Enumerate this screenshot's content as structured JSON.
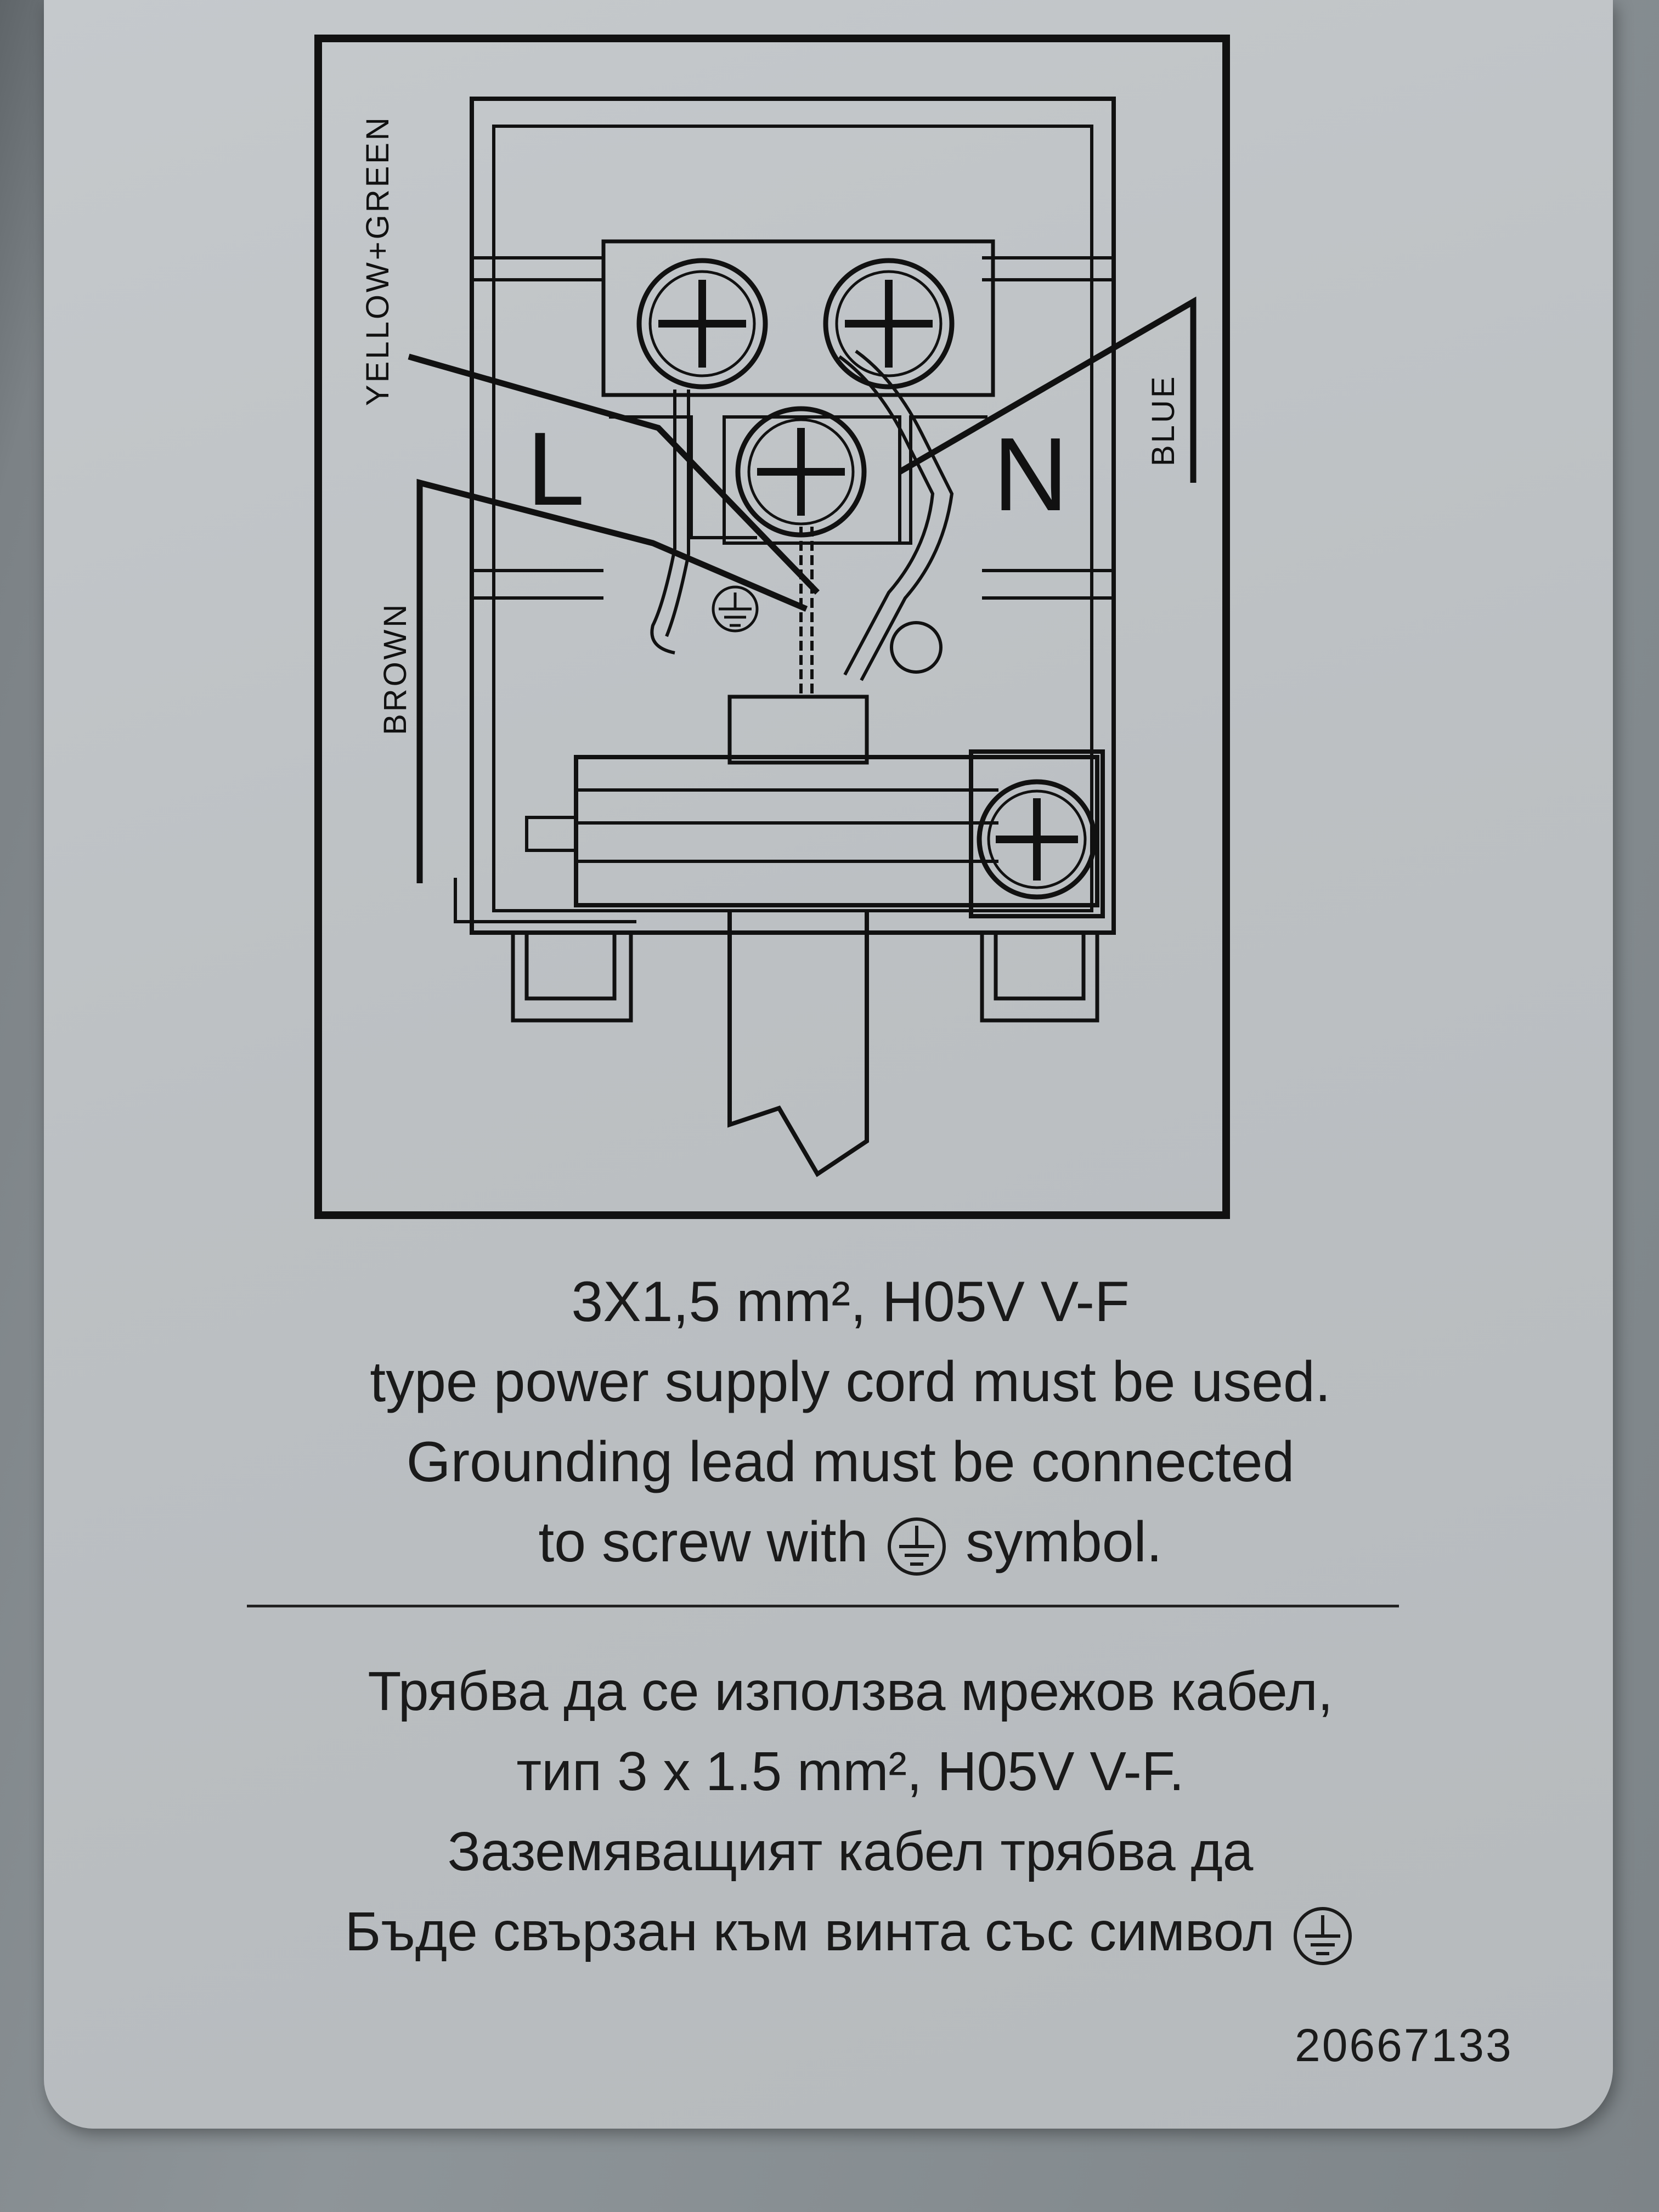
{
  "diagram": {
    "wire_labels": {
      "earth": "YELLOW+GREEN",
      "neutral": "BLUE",
      "live": "BROWN"
    },
    "terminal_letters": {
      "live": "L",
      "neutral": "N"
    }
  },
  "instructions_en": {
    "line1": "3X1,5 mm², H05V V-F",
    "line2": "type power supply cord must be used.",
    "line3": "Grounding lead must be connected",
    "line4_before": "to screw with",
    "line4_after": "symbol."
  },
  "instructions_bg": {
    "line1": "Трябва да се използва мрежов кабел,",
    "line2": "тип 3 x 1.5 mm², H05V V-F.",
    "line3": "Заземяващият кабел трябва да",
    "line4": "Бъде свързан към винта със символ"
  },
  "part_number": "20667133",
  "icons": [
    "earth-ground-icon",
    "screw-icon"
  ]
}
